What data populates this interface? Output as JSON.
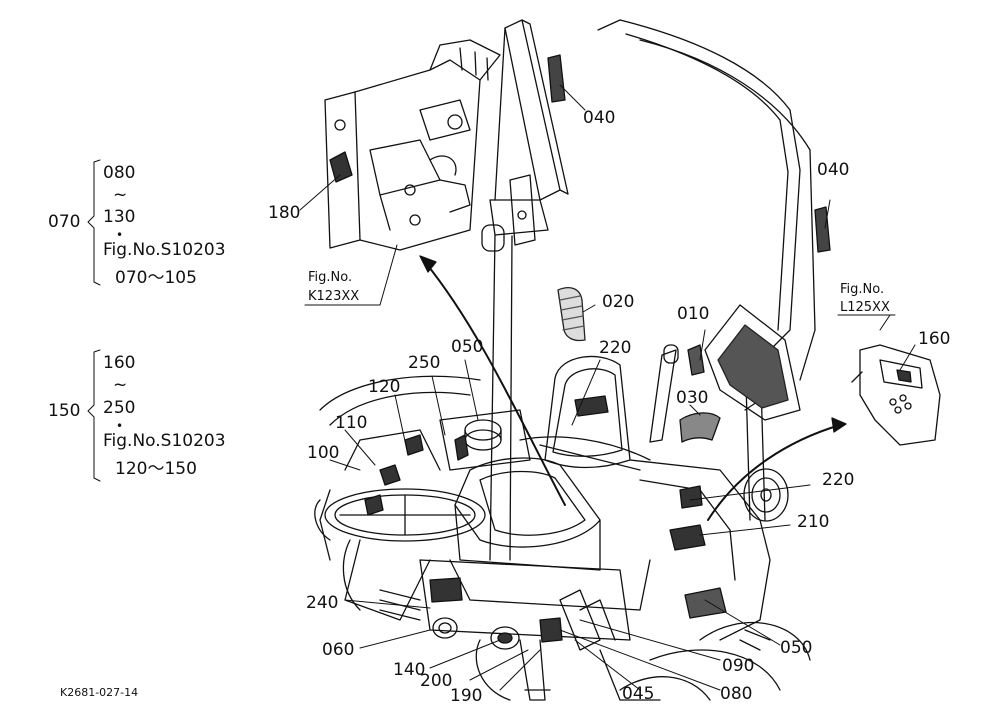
{
  "callouts": {
    "c040a": "040",
    "c040b": "040",
    "c180": "180",
    "c020": "020",
    "c010": "010",
    "c030": "030",
    "c050a": "050",
    "c220a": "220",
    "c250": "250",
    "c120": "120",
    "c110": "110",
    "c100": "100",
    "c160": "160",
    "c220b": "220",
    "c210": "210",
    "c240": "240",
    "c060": "060",
    "c140": "140",
    "c200": "200",
    "c190": "190",
    "c045": "045",
    "c080": "080",
    "c090": "090",
    "c050b": "050"
  },
  "refs": {
    "k123_line1": "Fig.No.",
    "k123_line2": "K123XX",
    "l125_line1": "Fig.No.",
    "l125_line2": "L125XX"
  },
  "group_070": {
    "id": "070",
    "from": "080",
    "tilde": "~",
    "to": "130",
    "dot": "•",
    "fig": "Fig.No.S10203",
    "range": "070～105"
  },
  "group_150": {
    "id": "150",
    "from": "160",
    "tilde": "~",
    "to": "250",
    "dot": "•",
    "fig": "Fig.No.S10203",
    "range": "120～150"
  },
  "footer": {
    "code": "K2681-027-14"
  }
}
